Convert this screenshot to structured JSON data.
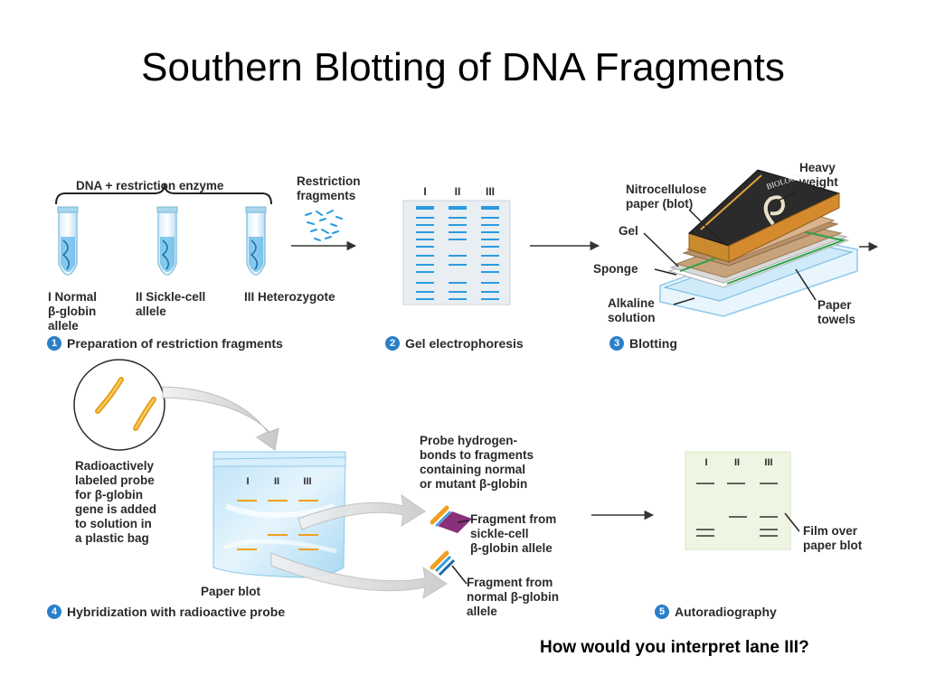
{
  "slide": {
    "title": "Southern Blotting of DNA Fragments",
    "question": "How would you interpret lane III?"
  },
  "colors": {
    "tube_blue": "#5fb8e8",
    "band_blue": "#2a9be0",
    "probe_orange": "#f0a020",
    "step_badge": "#2a7fc8",
    "film_green": "#eef5e2"
  },
  "step1": {
    "number": "1",
    "caption": "Preparation of restriction fragments",
    "brace_label": "DNA + restriction enzyme",
    "tubes": [
      {
        "line1": "I Normal",
        "line2": "β-globin",
        "line3": "allele"
      },
      {
        "line1": "II Sickle-cell",
        "line2": "allele",
        "line3": ""
      },
      {
        "line1": "III Heterozygote",
        "line2": "",
        "line3": ""
      }
    ],
    "fragments_label_1": "Restriction",
    "fragments_label_2": "fragments"
  },
  "step2": {
    "number": "2",
    "caption": "Gel electrophoresis",
    "lanes": [
      "I",
      "II",
      "III"
    ]
  },
  "step3": {
    "number": "3",
    "caption": "Blotting",
    "labels": {
      "heavy_1": "Heavy",
      "heavy_2": "weight",
      "nitro_1": "Nitrocellulose",
      "nitro_2": "paper (blot)",
      "gel": "Gel",
      "sponge": "Sponge",
      "alkaline_1": "Alkaline",
      "alkaline_2": "solution",
      "paper_1": "Paper",
      "paper_2": "towels",
      "book": "BIOLOGY"
    }
  },
  "step4": {
    "number": "4",
    "caption": "Hybridization with radioactive probe",
    "probe_text": [
      "Radioactively",
      "labeled probe",
      "for β-globin",
      "gene is added",
      "to solution in",
      "a plastic bag"
    ],
    "paper_blot": "Paper blot",
    "lanes": [
      "I",
      "II",
      "III"
    ],
    "hbond_text": [
      "Probe hydrogen-",
      "bonds to fragments",
      "containing normal",
      "or mutant β-globin"
    ],
    "frag_sickle": [
      "Fragment from",
      "sickle-cell",
      "β-globin allele"
    ],
    "frag_normal": [
      "Fragment from",
      "normal β-globin",
      "allele"
    ]
  },
  "step5": {
    "number": "5",
    "caption": "Autoradiography",
    "lanes": [
      "I",
      "II",
      "III"
    ],
    "film_1": "Film over",
    "film_2": "paper blot"
  }
}
